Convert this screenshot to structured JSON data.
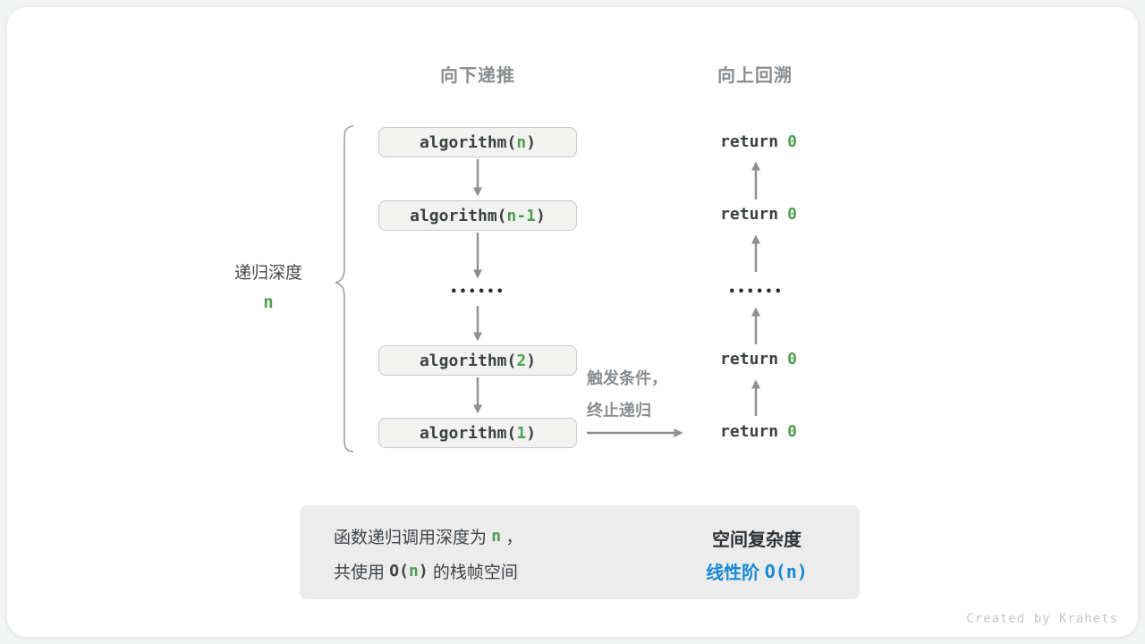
{
  "headers": {
    "left": "向下递推",
    "right": "向上回溯"
  },
  "depth_label": {
    "text": "递归深度",
    "value": "n"
  },
  "call_stack": [
    {
      "fn": "algorithm(",
      "arg": "n",
      "close": ")"
    },
    {
      "fn": "algorithm(",
      "arg": "n-1",
      "close": ")"
    },
    {
      "fn": "algorithm(",
      "arg": "2",
      "close": ")"
    },
    {
      "fn": "algorithm(",
      "arg": "1",
      "close": ")"
    }
  ],
  "returns": [
    {
      "keyword": "return",
      "value": "0"
    },
    {
      "keyword": "return",
      "value": "0"
    },
    {
      "keyword": "return",
      "value": "0"
    },
    {
      "keyword": "return",
      "value": "0"
    }
  ],
  "ellipsis": "••••••",
  "trigger_label": {
    "line1": "触发条件，",
    "line2": "终止递归"
  },
  "summary": {
    "l1a": "函数递归调用深度为 ",
    "l1b": "n",
    "l1c": " ，",
    "l2a": "共使用 ",
    "l2b": "O(",
    "l2c": "n",
    "l2d": ")",
    "l2e": " 的栈帧空间",
    "right_title": "空间复杂度",
    "right_value_text": "线性阶 ",
    "right_value_big_o": "O(n)"
  },
  "watermark": "Created by Krahets",
  "colors": {
    "green": "#4f9e51",
    "blue": "#1789d6",
    "header_gray": "#8a8d90",
    "arrow_gray": "#8d8f91",
    "dark_text": "#3b4043",
    "box_bg": "#f2f2f1",
    "box_border": "#c8cacb",
    "panel_bg": "#ececec"
  }
}
